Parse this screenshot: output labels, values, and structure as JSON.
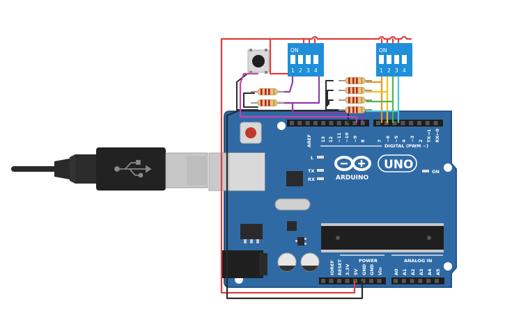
{
  "board": {
    "brand": "ARDUINO",
    "model": "UNO",
    "digital_header_label": "DIGITAL (PWM ~)",
    "power_header_label": "POWER",
    "analog_header_label": "ANALOG IN",
    "aref_label": "AREF",
    "led_l": "L",
    "led_tx": "TX",
    "led_rx": "RX",
    "led_on": "ON",
    "digital_pins": [
      "13",
      "12",
      "~11",
      "~10",
      "~9",
      "8",
      "7",
      "~6",
      "~5",
      "4",
      "~3",
      "2",
      "TX→1",
      "RX←0"
    ],
    "power_pins": [
      "IOREF",
      "RESET",
      "3.3V",
      "5V",
      "GND",
      "GND",
      "Vin"
    ],
    "analog_pins": [
      "A0",
      "A1",
      "A2",
      "A3",
      "A4",
      "A5"
    ]
  },
  "dip_switch_left": {
    "on_label": "ON",
    "numbers": [
      "1",
      "2",
      "3",
      "4"
    ]
  },
  "dip_switch_right": {
    "on_label": "ON",
    "numbers": [
      "1",
      "2",
      "3",
      "4"
    ]
  },
  "colors": {
    "board": "#2f6aa5",
    "board_edge": "#22558a",
    "dip": "#1e8fd8",
    "wire_red": "#e23b3b",
    "wire_black": "#2a2a2a",
    "wire_purple": "#8e3ba8",
    "wire_magenta": "#c643b6",
    "wire_orange": "#f0931f",
    "wire_yellow": "#f2c31a",
    "wire_green": "#4cb848",
    "wire_cyan": "#4ec3d6"
  },
  "icons": [
    "usb-symbol-icon",
    "arduino-logo-icon"
  ]
}
